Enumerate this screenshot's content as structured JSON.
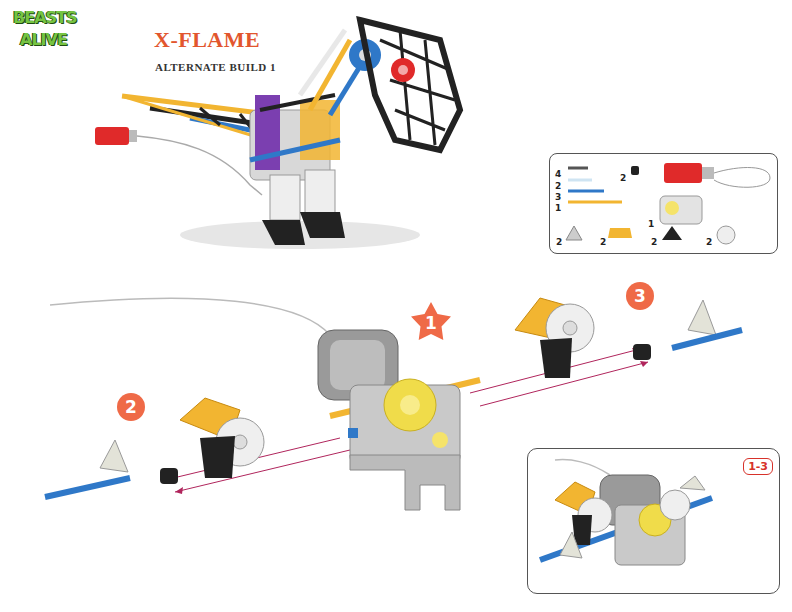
{
  "diagram": {
    "title": "X-FLAME",
    "nodes": [
      {
        "text": [
          "4",
          "2",
          "3",
          "1",
          "2",
          "1",
          "2",
          "2",
          "2",
          "2"
        ]
      },
      {
        "text": [
          "1"
        ]
      },
      {
        "text": [
          "2"
        ]
      },
      {
        "text": [
          "3"
        ]
      },
      {
        "text": [
          "1-3"
        ]
      }
    ],
    "labels": [
      "BEASTS",
      "ALIVE",
      "ALTERNATE BUILD 1"
    ]
  }
}
